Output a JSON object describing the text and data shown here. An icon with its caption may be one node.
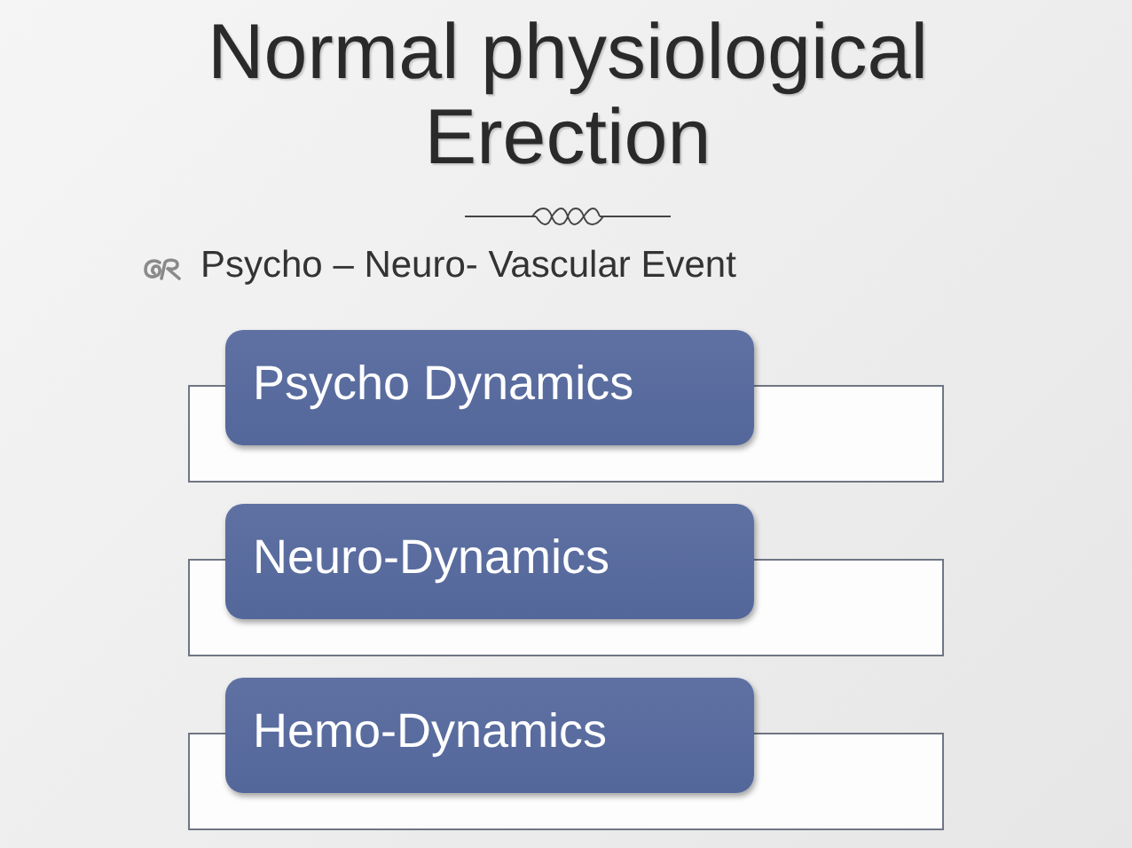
{
  "diagram": {
    "title": "Normal physiological Erection",
    "nodes": [
      {
        "text": [
          "Psycho Dynamics"
        ]
      },
      {
        "text": [],
        "shape": "box"
      },
      {
        "text": [
          "Neuro-Dynamics"
        ]
      },
      {
        "text": [],
        "shape": "box"
      },
      {
        "text": [
          "Hemo-Dynamics"
        ]
      },
      {
        "text": [],
        "shape": "box"
      }
    ],
    "labels": [
      "Psycho – Neuro- Vascular Event"
    ]
  }
}
